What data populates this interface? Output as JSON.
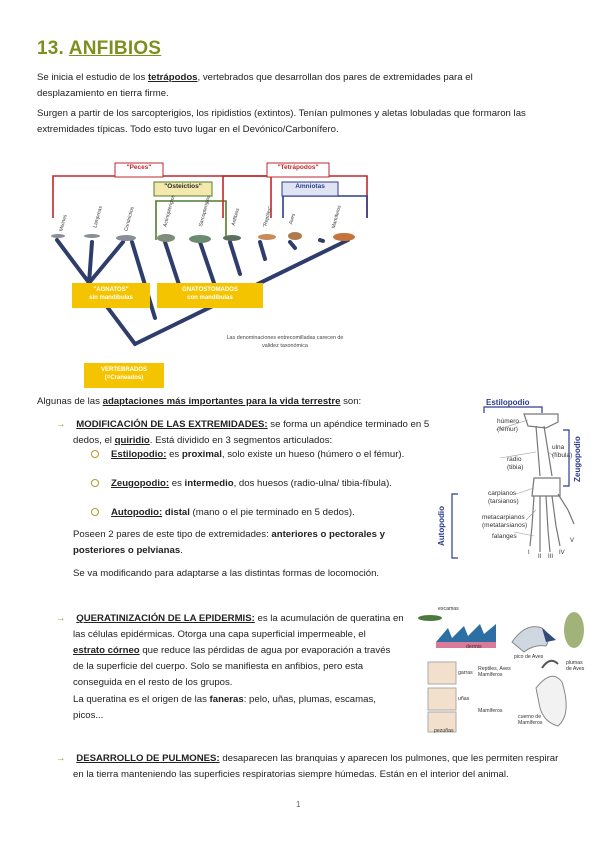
{
  "title": {
    "number": "13.",
    "text": "ANFIBIOS"
  },
  "intro": {
    "p1_a": "Se inicia el estudio de los ",
    "p1_b": "tetrápodos",
    "p1_c": ", vertebrados que desarrollan dos pares de extremidades para el",
    "p1_d": "desplazamiento en tierra firme.",
    "p2_line1": "Surgen a partir de los sarcopterigios, los ripidistios (extintos). Tenían pulmones y aletas lobuladas que formaron las",
    "p2_line2": "extremidades típicas. Todo esto tuvo lugar en el Devónico/Carbonífero."
  },
  "tree": {
    "groups": {
      "peces": "\"Peces\"",
      "osteictios": "\"Osteictios\"",
      "tetrapodos": "\"Tetrápodos\"",
      "amniotas": "Amniotas"
    },
    "taxa": [
      "Mixines",
      "Lampreas",
      "Condrictios",
      "Actinopterigios",
      "Sarcopterigios",
      "Anfibios",
      "\"Reptiles\"",
      "Aves",
      "Mamíferos"
    ],
    "agnatos": [
      "\"AGNATOS\"",
      "sin mandíbulas"
    ],
    "gnatostomados": [
      "GNATOSTOMADOS",
      "con mandíbulas"
    ],
    "vertebrados": [
      "VERTEBRADOS",
      "(=Craneados)"
    ],
    "note": [
      "Las denominaciones entrecomilladas carecen de",
      "validez taxonómica"
    ]
  },
  "adaptations_intro": {
    "a": "Algunas de las ",
    "b": "adaptaciones más importantes para la vida terrestre",
    "c": " son:"
  },
  "extremidades": {
    "heading": "MODIFICACIÓN DE LAS EXTREMIDADES:",
    "line1": " se forma un apéndice terminado en 5",
    "line2_a": "dedos, el ",
    "line2_b": "quiridio",
    "line2_c": ". Está dividido en 3 segmentos articulados:",
    "items": [
      {
        "term": "Estilopodio:",
        "a": " es ",
        "bold": "proximal",
        "b": ", solo existe un hueso (húmero o el fémur)."
      },
      {
        "term": "Zeugopodio:",
        "a": "  es ",
        "bold": "intermedio",
        "b": ", dos huesos (radio-ulna/ tibia-fíbula)."
      },
      {
        "term": "Autopodio:",
        "a": " ",
        "bold": "distal",
        "b": " (mano o el pie terminado en 5 dedos)."
      }
    ],
    "pairs_a": "Poseen 2 pares de este tipo de extremidades: ",
    "pairs_b": "anteriores o pectorales y",
    "pairs_c": "posteriores o pelvianas",
    "pairs_d": ".",
    "locomotion": "Se va modificando para adaptarse a las distintas formas de locomoción."
  },
  "limb_figure": {
    "estilopodio": "Estilopodio",
    "zeugopodio": "Zeugopodio",
    "autopodio": "Autopodio",
    "humero": [
      "húmero",
      "(fémur)"
    ],
    "ulna": [
      "ulna",
      "(fíbula)"
    ],
    "radio": [
      "radio",
      "(tibia)"
    ],
    "carpianos": [
      "carpianos",
      "(tarsianos)"
    ],
    "metacarpianos": [
      "metacarpianos",
      "(metatarsianos)"
    ],
    "falanges": "falanges",
    "digits": [
      "I",
      "II",
      "III",
      "IV",
      "V"
    ]
  },
  "queratinizacion": {
    "heading": "QUERATINIZACIÓN DE LA EPIDERMIS:",
    "line1": " es la acumulación de queratina en",
    "line2": "las células epidérmicas. Otorga una capa superficial impermeable, el",
    "line3_a": "estrato córneo",
    "line3_b": " que reduce las pérdidas de agua por evaporación a través",
    "line4": "de la superficie del cuerpo. Solo se manifiesta en anfibios, pero esta",
    "line5": "conseguida en el resto de los grupos.",
    "faneras_a": "La queratina es el origen de las ",
    "faneras_b": "faneras",
    "faneras_c": ": pelo, uñas, plumas, escamas,",
    "faneras_d": "picos..."
  },
  "keratin_figure": {
    "escamas": "escamas",
    "dermis": "dermis",
    "pico": "pico de Aves",
    "plumas": [
      "plumas",
      "de Aves"
    ],
    "garras": "garras",
    "reptiles": [
      "Reptiles, Aves",
      "Mamíferos"
    ],
    "unas": "uñas",
    "mamiferos": "Mamíferos",
    "pezuñas": "pezuñas",
    "cuerno": [
      "cuerno de",
      "Mamíferos"
    ]
  },
  "pulmones": {
    "heading": "DESARROLLO DE PULMONES:",
    "line1": " desaparecen las branquias y aparecen los pulmones, que les permiten respirar",
    "line2": "en la tierra manteniendo las superficies respiratorias siempre húmedas. Están en el interior del animal."
  },
  "page_number": "1",
  "colors": {
    "title": "#7d8f1e",
    "red_bracket": "#c0272d",
    "green_bracket": "#4f7f2a",
    "blue_bracket": "#2d3e8c",
    "label_yellow": "#f5c400",
    "tree": "#2e3d6b"
  }
}
